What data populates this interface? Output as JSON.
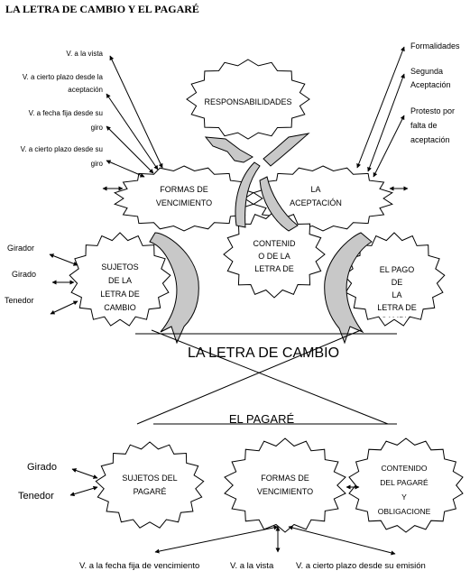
{
  "title": "LA LETRA DE CAMBIO Y EL PAGARÉ",
  "top": {
    "left_labels": {
      "vista": [
        "V. a la vista"
      ],
      "cierto_plazo_aceptacion": [
        "V. a cierto plazo desde la",
        "aceptación"
      ],
      "fecha_fija_giro": [
        "V. a fecha fija desde su",
        "giro"
      ],
      "cierto_plazo_giro": [
        "V. a cierto plazo desde su",
        "giro"
      ]
    },
    "right_labels": {
      "formalidades": [
        "Formalidades"
      ],
      "segunda_aceptacion": [
        "Segunda",
        "Aceptación"
      ],
      "protesto": [
        "Protesto por",
        "falta de",
        "aceptación"
      ]
    },
    "persons": [
      "Girador",
      "Girado",
      "Tenedor"
    ],
    "bursts": {
      "responsabilidades": [
        "RESPONSABILIDADES"
      ],
      "formas": [
        "FORMAS DE",
        "VENCIMIENTO"
      ],
      "aceptacion": [
        "LA",
        "ACEPTACIÓN"
      ],
      "contenido": [
        "CONTENID",
        "O DE LA",
        "LETRA DE"
      ],
      "sujetos": [
        "SUJETOS",
        "DE LA",
        "LETRA DE",
        "CAMBIO"
      ],
      "pago": [
        "EL PAGO",
        "DE",
        "LA",
        "LETRA DE",
        "CAMBIO"
      ]
    },
    "center_title": "LA LETRA DE CAMBIO"
  },
  "bottom": {
    "center_title": "EL PAGARÉ",
    "persons": [
      "Girado",
      "Tenedor"
    ],
    "bursts": {
      "sujetos": [
        "SUJETOS DEL",
        "PAGARÉ"
      ],
      "formas": [
        "FORMAS DE",
        "VENCIMIENTO"
      ],
      "contenido": [
        "CONTENIDO",
        "DEL PAGARÉ",
        "Y",
        "OBLIGACIONE"
      ]
    },
    "vencimientos": [
      "V. a la fecha fija de vencimiento",
      "V. a la vista",
      "V. a cierto plazo desde su emisión"
    ]
  },
  "colors": {
    "ink": "#000000",
    "arrow_fill": "#c8c8c8",
    "background": "#ffffff"
  }
}
